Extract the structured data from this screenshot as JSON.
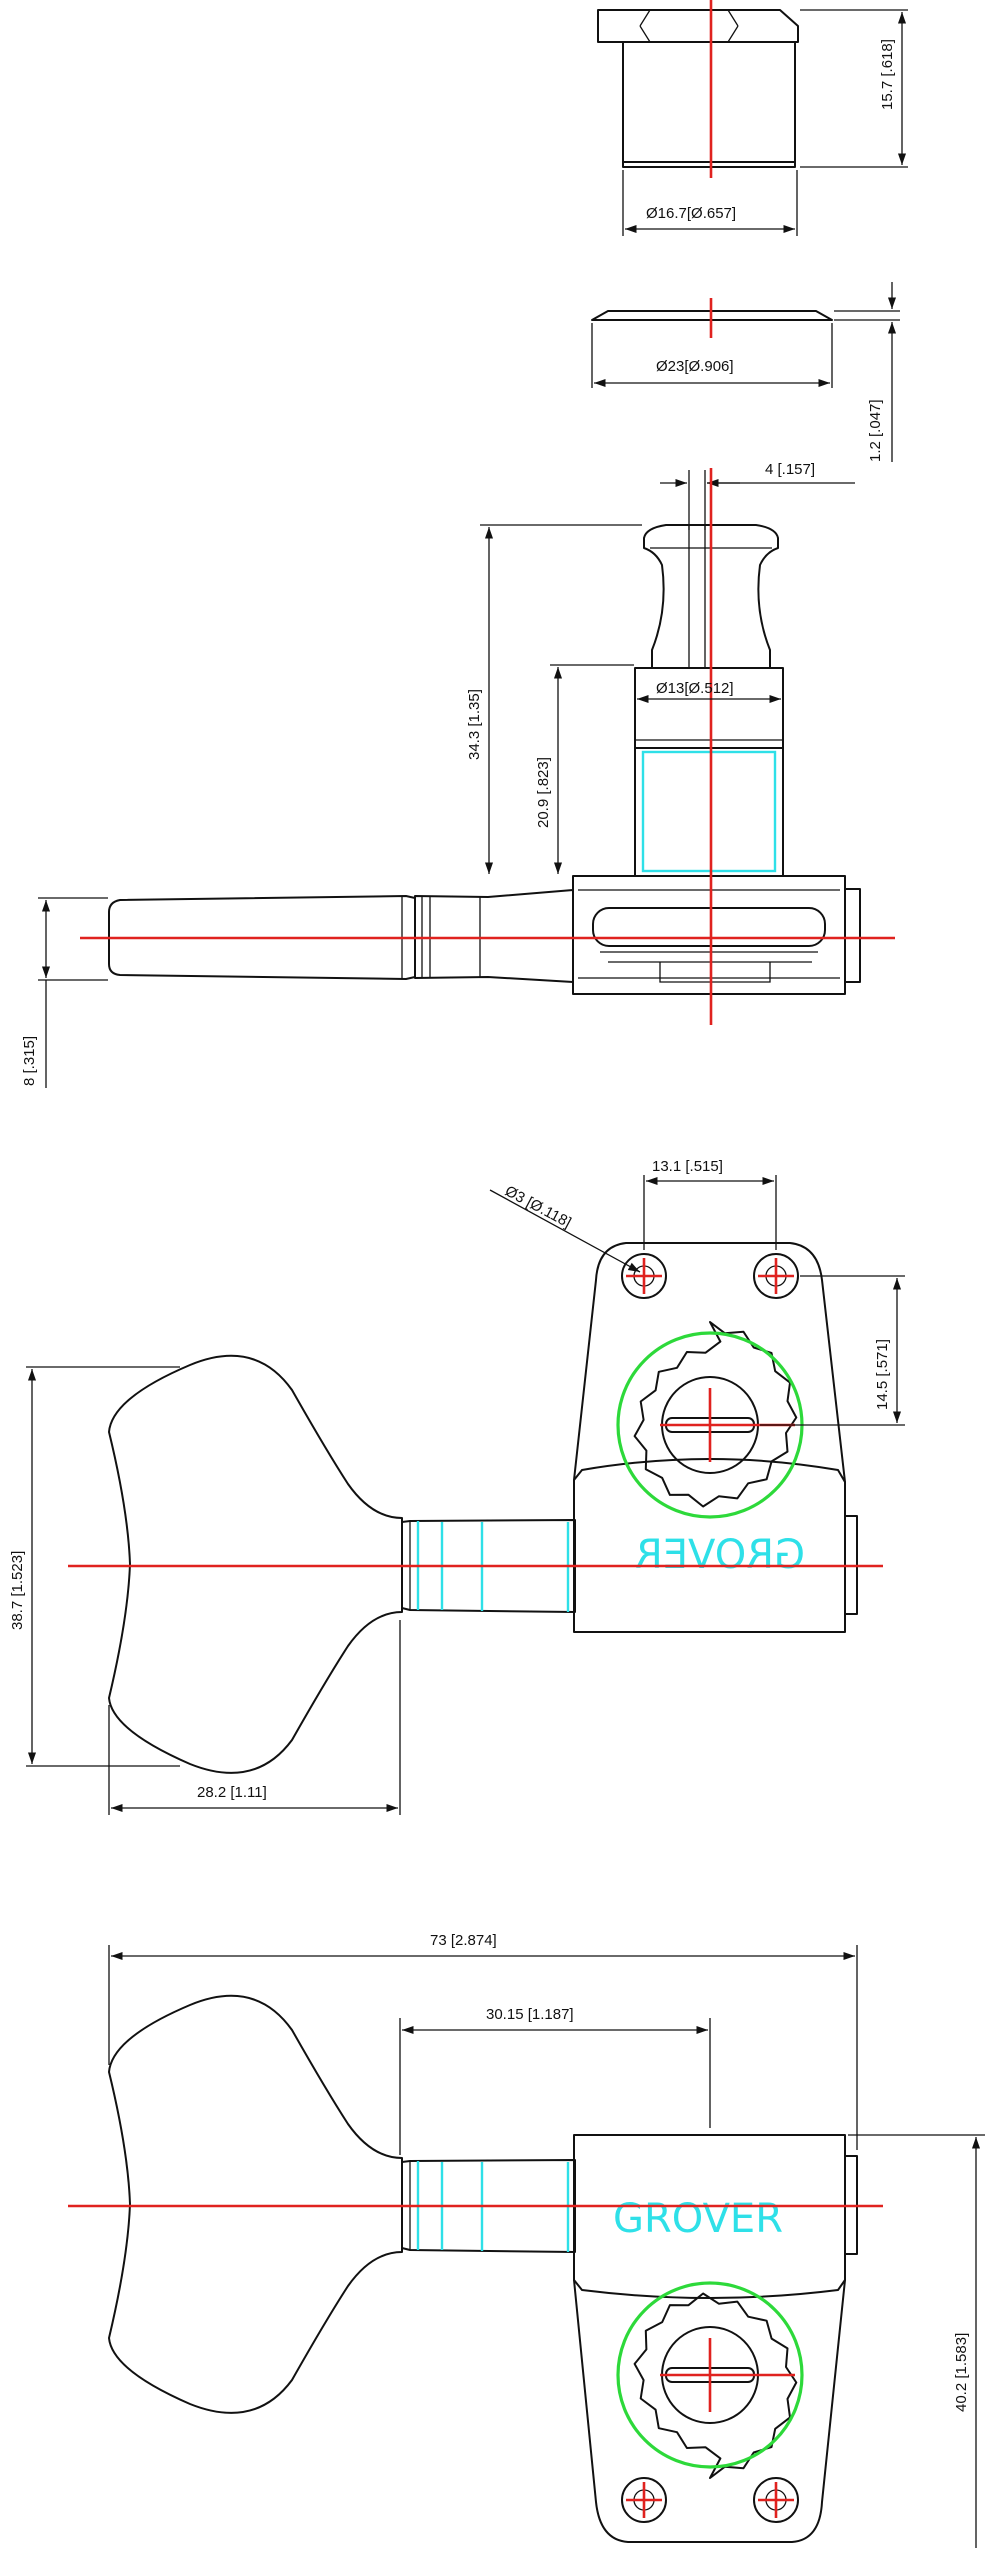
{
  "drawing": {
    "brand": "GROVER",
    "colors": {
      "outline": "#111111",
      "centerline": "#e0221f",
      "thread_highlight": "#2ee0e8",
      "gear_highlight": "#2dd93a"
    },
    "dimensions": {
      "nut_height": "15.7 [.618]",
      "nut_diameter": "Ø16.7[Ø.657]",
      "washer_diameter": "Ø23[Ø.906]",
      "washer_thickness": "1.2 [.047]",
      "slot_width": "4 [.157]",
      "post_height": "34.3 [1.35]",
      "post_diameter": "Ø13[Ø.512]",
      "thread_height": "20.9 [.823]",
      "body_thickness": "8 [.315]",
      "post_spacing": "13.1 [.515]",
      "screw_hole": "Ø3 [Ø.118]",
      "hole_to_post": "14.5 [.571]",
      "key_height": "38.7 [1.523]",
      "key_width": "28.2 [1.11]",
      "overall_length": "73 [2.874]",
      "shaft_length": "30.15 [1.187]",
      "overall_height": "40.2 [1.583]"
    }
  }
}
